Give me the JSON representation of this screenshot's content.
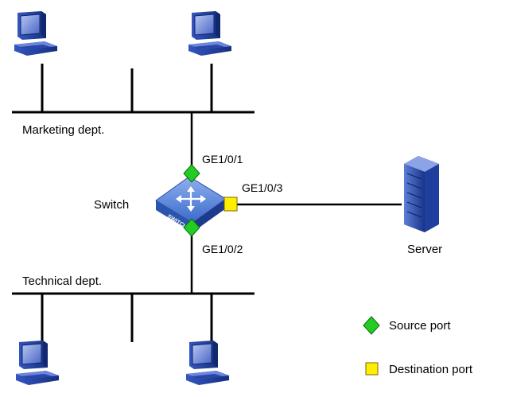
{
  "labels": {
    "marketing": "Marketing dept.",
    "technical": "Technical dept.",
    "switch": "Switch",
    "switch_badge": "SWITCH",
    "server": "Server",
    "port1": "GE1/0/1",
    "port2": "GE1/0/2",
    "port3": "GE1/0/3"
  },
  "legend": {
    "source": "Source port",
    "destination": "Destination port"
  },
  "colors": {
    "source_port": "#22cc22",
    "destination_port": "#ffee00",
    "pc": "#1a3a9c",
    "server": "#1e3f9e",
    "switch": "#3c6acb"
  },
  "icons": {
    "pc": "desktop-computer-icon",
    "server": "tower-server-icon",
    "switch": "network-switch-icon"
  }
}
